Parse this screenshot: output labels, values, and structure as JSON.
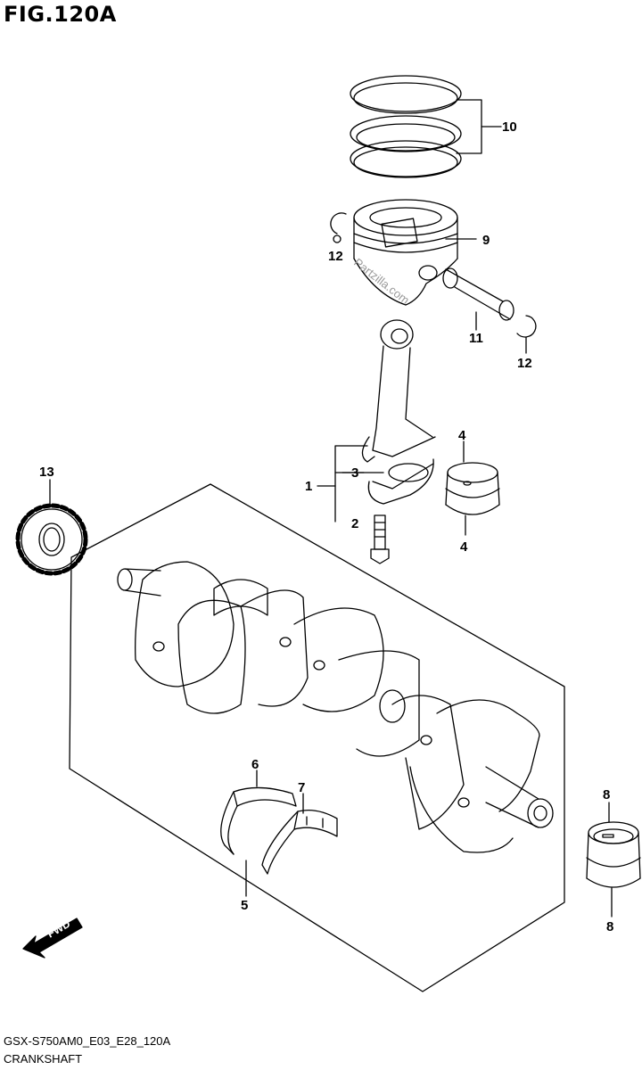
{
  "figure": {
    "title": "FIG.120A"
  },
  "callouts": {
    "c1": "1",
    "c2": "2",
    "c3": "3",
    "c4a": "4",
    "c4b": "4",
    "c5": "5",
    "c6": "6",
    "c7": "7",
    "c8a": "8",
    "c8b": "8",
    "c9": "9",
    "c10": "10",
    "c11": "11",
    "c12a": "12",
    "c12b": "12",
    "c13": "13"
  },
  "watermark": "Partzilla.com",
  "fwd_label": "FWD",
  "footer": {
    "code": "GSX-S750AM0_E03_E28_120A",
    "name": "CRANKSHAFT"
  }
}
